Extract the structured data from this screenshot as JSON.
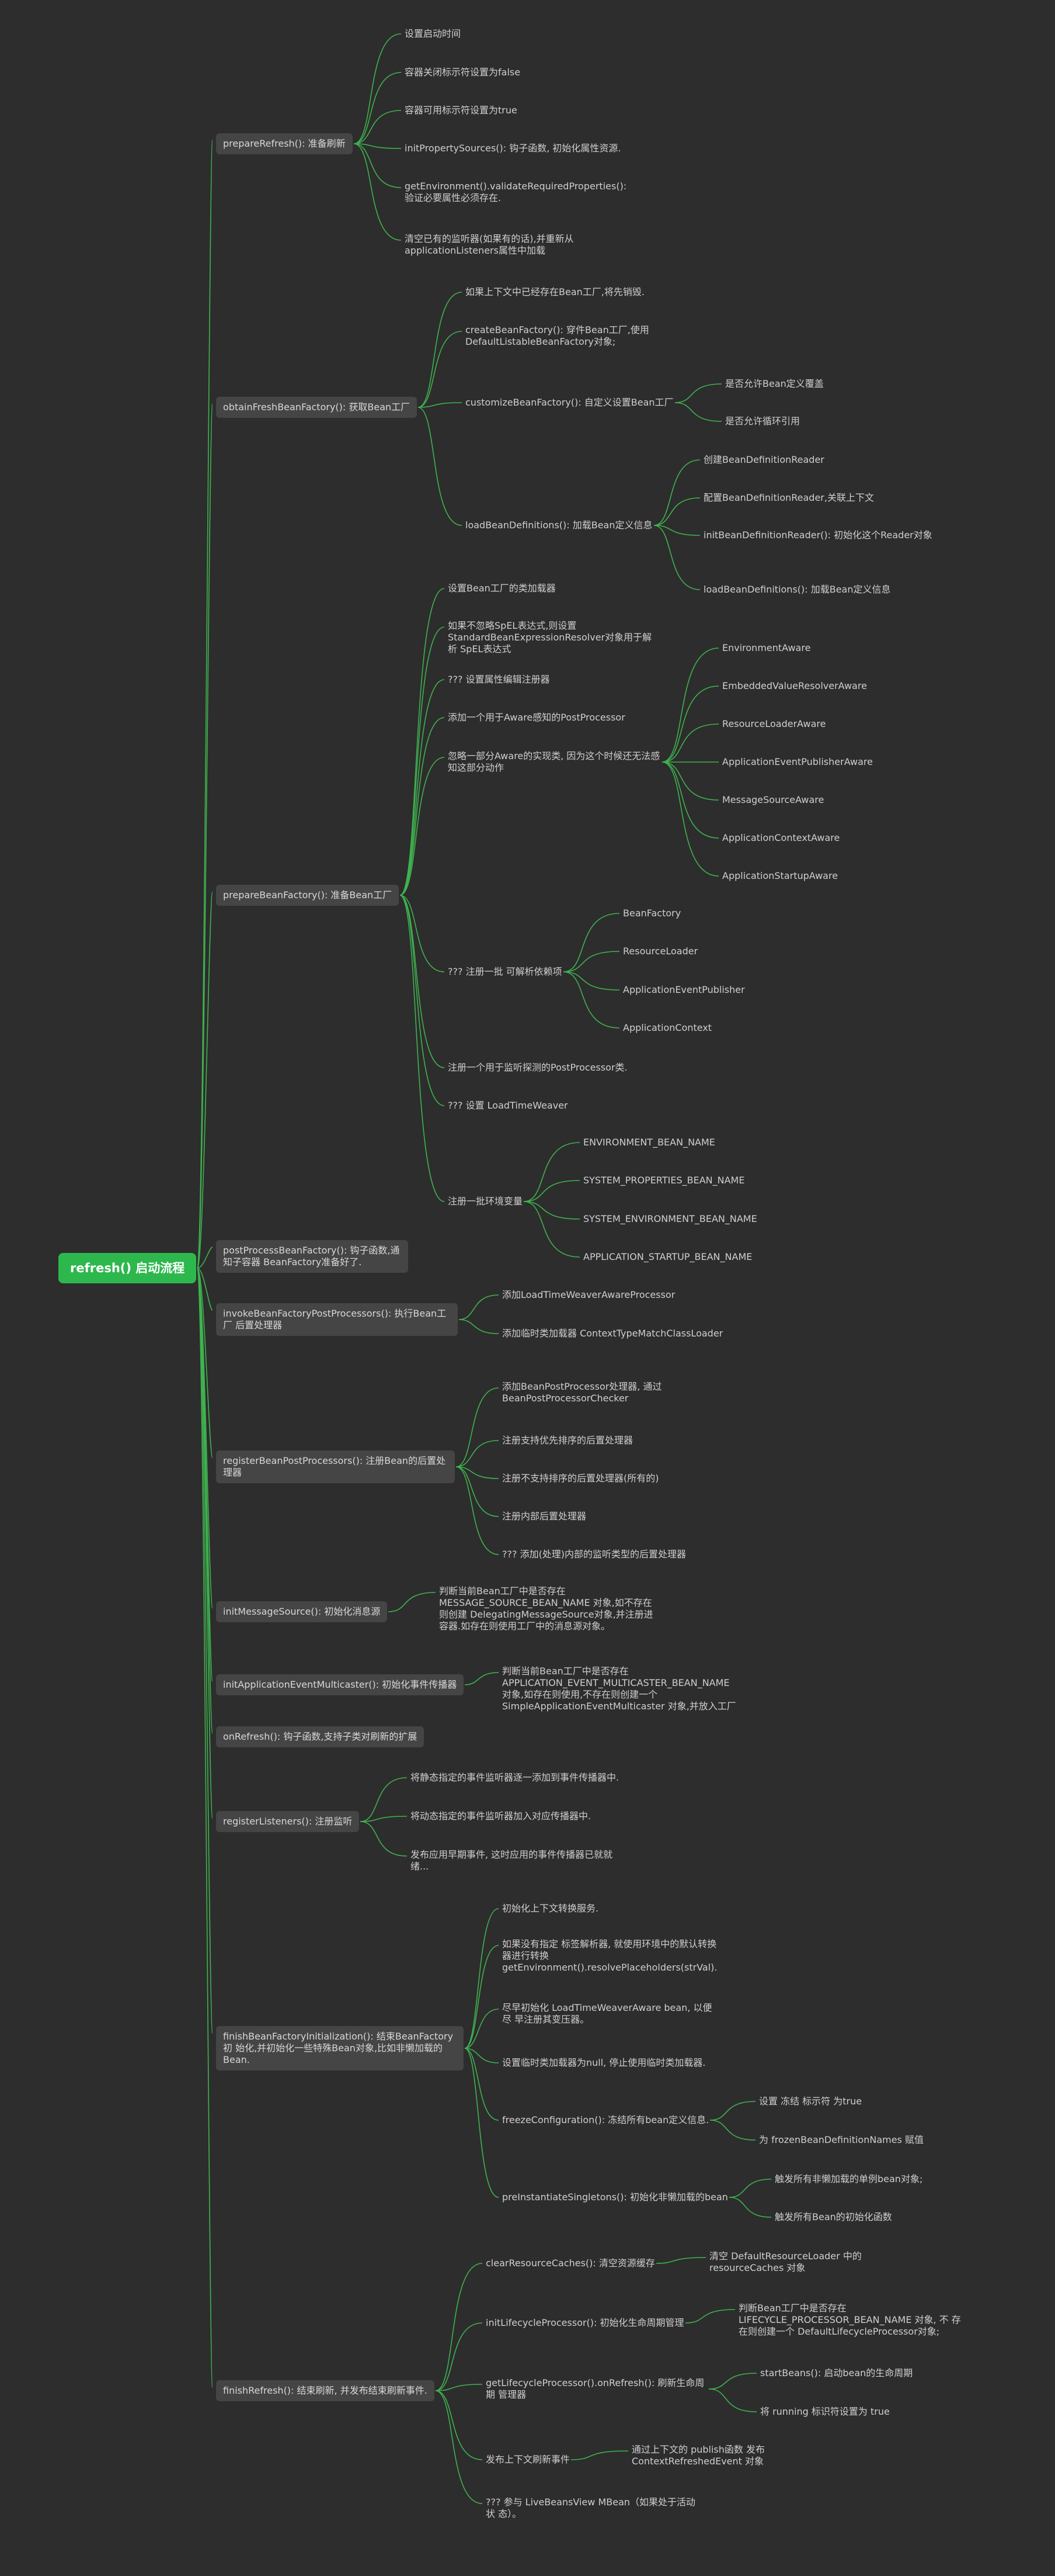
{
  "root": "refresh() 启动流程",
  "n": {
    "a": "prepareRefresh(): 准备刷新",
    "a1": "设置启动时间",
    "a2": "容器关闭标示符设置为false",
    "a3": "容器可用标示符设置为true",
    "a4": "initPropertySources(): 钩子函数, 初始化属性资源.",
    "a5": "getEnvironment().validateRequiredProperties(): 验证必要属性必须存在.",
    "a6": "清空已有的监听器(如果有的话),并重新从 applicationListeners属性中加载",
    "b": "obtainFreshBeanFactory(): 获取Bean工厂",
    "b1": "如果上下文中已经存在Bean工厂,将先销毁.",
    "b2": "createBeanFactory(): 穿件Bean工厂,使用 DefaultListableBeanFactory对象;",
    "b3": "customizeBeanFactory(): 自定义设置Bean工厂",
    "b3a": "是否允许Bean定义覆盖",
    "b3b": "是否允许循环引用",
    "b4": "loadBeanDefinitions(): 加载Bean定义信息",
    "b4a": "创建BeanDefinitionReader",
    "b4b": "配置BeanDefinitionReader,关联上下文",
    "b4c": "initBeanDefinitionReader(): 初始化这个Reader对象",
    "b4d": "loadBeanDefinitions(): 加载Bean定义信息",
    "c": "prepareBeanFactory(): 准备Bean工厂",
    "c1": "设置Bean工厂的类加载器",
    "c2": "如果不忽略SpEL表达式,则设置 StandardBeanExpressionResolver对象用于解析 SpEL表达式",
    "c3": "??? 设置属性编辑注册器",
    "c4": "添加一个用于Aware感知的PostProcessor",
    "c5": "忽略一部分Aware的实现类, 因为这个时候还无法感知这部分动作",
    "c5a": "EnvironmentAware",
    "c5b": "EmbeddedValueResolverAware",
    "c5c": "ResourceLoaderAware",
    "c5d": "ApplicationEventPublisherAware",
    "c5e": "MessageSourceAware",
    "c5f": "ApplicationContextAware",
    "c5g": "ApplicationStartupAware",
    "c6": "??? 注册一批 可解析依赖项",
    "c6a": "BeanFactory",
    "c6b": "ResourceLoader",
    "c6c": "ApplicationEventPublisher",
    "c6d": "ApplicationContext",
    "c7": "注册一个用于监听探测的PostProcessor类.",
    "c8": "??? 设置 LoadTimeWeaver",
    "c9": "注册一批环境变量",
    "c9a": "ENVIRONMENT_BEAN_NAME",
    "c9b": "SYSTEM_PROPERTIES_BEAN_NAME",
    "c9c": "SYSTEM_ENVIRONMENT_BEAN_NAME",
    "c9d": "APPLICATION_STARTUP_BEAN_NAME",
    "d": "postProcessBeanFactory(): 钩子函数,通知子容器 BeanFactory准备好了.",
    "e": "invokeBeanFactoryPostProcessors(): 执行Bean工厂 后置处理器",
    "e1": "添加LoadTimeWeaverAwareProcessor",
    "e2": "添加临时类加载器 ContextTypeMatchClassLoader",
    "f": "registerBeanPostProcessors(): 注册Bean的后置处 理器",
    "f1": "添加BeanPostProcessor处理器, 通过 BeanPostProcessorChecker",
    "f2": "注册支持优先排序的后置处理器",
    "f3": "注册不支持排序的后置处理器(所有的)",
    "f4": "注册内部后置处理器",
    "f5": "??? 添加(处理)内部的监听类型的后置处理器",
    "g": "initMessageSource(): 初始化消息源",
    "g1": "判断当前Bean工厂中是否存在 MESSAGE_SOURCE_BEAN_NAME 对象,如不存在 则创建 DelegatingMessageSource对象,并注册进容器.如存在则使用工厂中的消息源对象。",
    "h": "initApplicationEventMulticaster(): 初始化事件传播器",
    "h1": "判断当前Bean工厂中是否存在 APPLICATION_EVENT_MULTICASTER_BEAN_NAME 对象,如存在则使用,不存在则创建一个 SimpleApplicationEventMulticaster 对象,并放入工厂",
    "i": "onRefresh(): 钩子函数,支持子类对刷新的扩展",
    "j": "registerListeners(): 注册监听",
    "j1": "将静态指定的事件监听器逐一添加到事件传播器中.",
    "j2": "将动态指定的事件监听器加入对应传播器中.",
    "j3": "发布应用早期事件, 这时应用的事件传播器已就就 绪...",
    "k": "finishBeanFactoryInitialization(): 结束BeanFactory初 始化,并初始化一些特殊Bean对象,比如非懒加载的 Bean.",
    "k1": "初始化上下文转换服务.",
    "k2": "如果没有指定 标签解析器, 就使用环境中的默认转换 器进行转换 getEnvironment().resolvePlaceholders(strVal).",
    "k3": "尽早初始化 LoadTimeWeaverAware bean, 以便尽 早注册其变压器。",
    "k4": "设置临时类加载器为null, 停止使用临时类加载器.",
    "k5": "freezeConfiguration(): 冻结所有bean定义信息.",
    "k5a": "设置 冻结 标示符 为true",
    "k5b": "为 frozenBeanDefinitionNames 赋值",
    "k6": "preInstantiateSingletons(): 初始化非懒加载的bean",
    "k6a": "触发所有非懒加载的单例bean对象;",
    "k6b": "触发所有Bean的初始化函数",
    "m": "finishRefresh(): 结束刷新, 并发布结束刷新事件.",
    "m1": "clearResourceCaches(): 清空资源缓存",
    "m1a": "清空 DefaultResourceLoader 中的 resourceCaches 对象",
    "m2": "initLifecycleProcessor(): 初始化生命周期管理",
    "m2a": "判断Bean工厂中是否存在 LIFECYCLE_PROCESSOR_BEAN_NAME 对象, 不 存在则创建一个 DefaultLifecycleProcessor对象;",
    "m3": "getLifecycleProcessor().onRefresh(): 刷新生命周期 管理器",
    "m3a": "startBeans(): 启动bean的生命周期",
    "m3b": "将 running 标识符设置为 true",
    "m4": "发布上下文刷新事件",
    "m4a": "通过上下文的 publish函数 发布 ContextRefreshedEvent 对象",
    "m5": "??? 参与 LiveBeansView MBean（如果处于活动状 态）。"
  },
  "colors": {
    "link": "#3fb24f",
    "root": "#2db84d",
    "node_bg": "#454545",
    "background": "#2d2d2d"
  }
}
